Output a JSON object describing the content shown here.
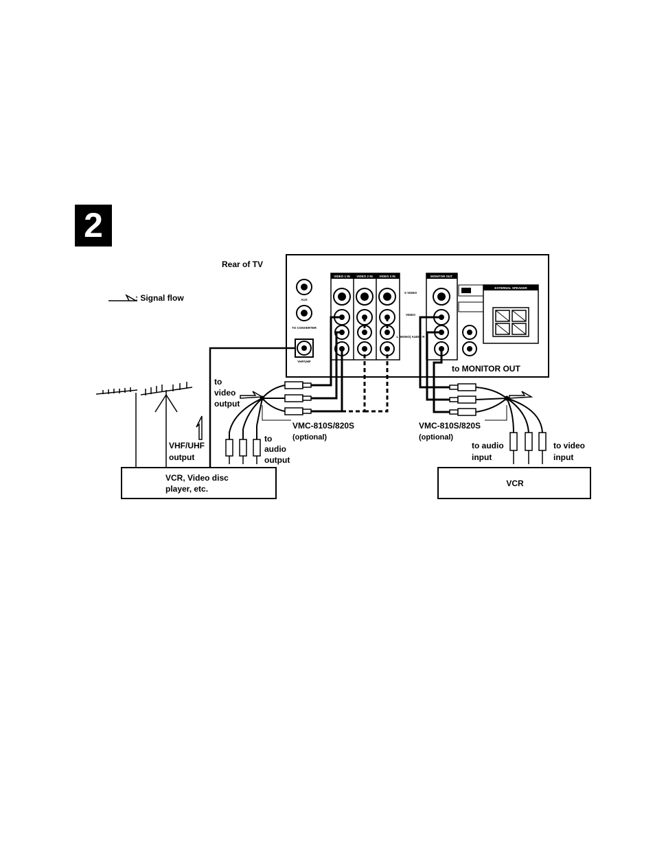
{
  "step": {
    "number": "2"
  },
  "tv": {
    "title": "Rear of TV",
    "antenna_jacks": [
      "AUX",
      "TO CONVERTER",
      "VHF/UHF"
    ],
    "video_inputs": [
      "VIDEO 1 IN",
      "VIDEO 2 IN",
      "VIDEO 3 IN"
    ],
    "row_labels": [
      "S VIDEO",
      "VIDEO",
      "L (MONO) AUDIO R"
    ],
    "monitor_out": "MONITOR OUT",
    "speaker_header": "EXTERNAL SPEAKER",
    "to_monitor_out": "to MONITOR OUT"
  },
  "legend": {
    "signal_flow": ": Signal flow"
  },
  "left_device": {
    "name_line1": "VCR, Video disc",
    "name_line2": "player, etc.",
    "vhf_uhf_line1": "VHF/UHF",
    "vhf_uhf_line2": "output",
    "to_video_output": [
      "to",
      "video",
      "output"
    ],
    "to_audio_output": [
      "to",
      "audio",
      "output"
    ]
  },
  "right_device": {
    "name": "VCR",
    "to_audio_input": [
      "to audio",
      "input"
    ],
    "to_video_input": [
      "to video",
      "input"
    ]
  },
  "cables": {
    "left_cable": "VMC-810S/820S",
    "left_optional": "(optional)",
    "right_cable": "VMC-810S/820S",
    "right_optional": "(optional)"
  }
}
